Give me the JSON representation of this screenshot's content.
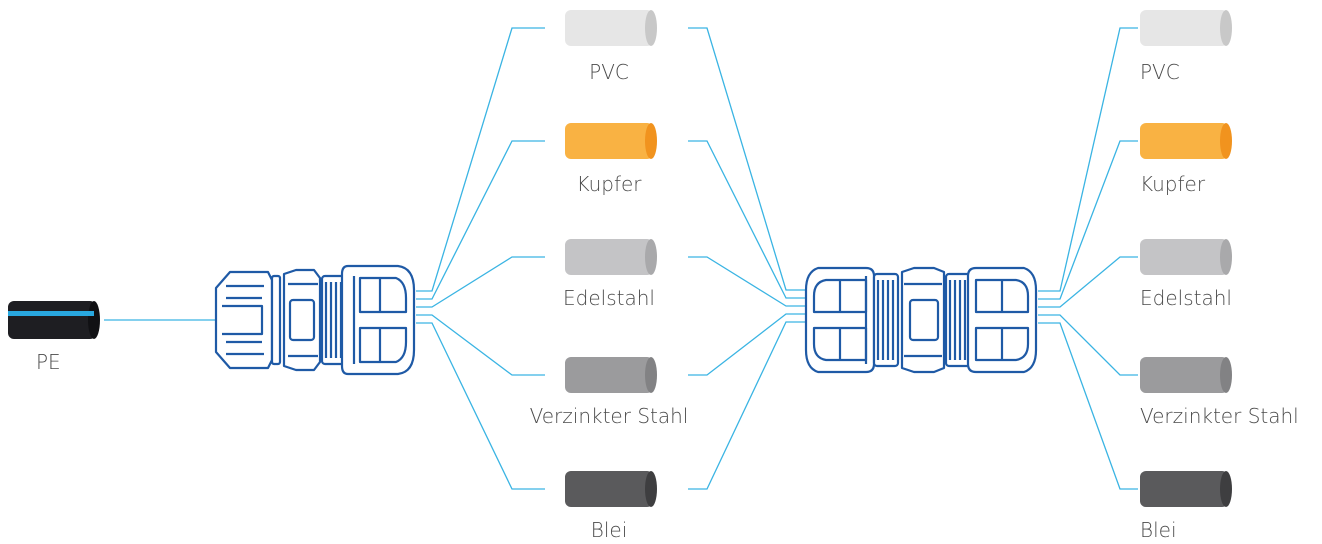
{
  "source_pipe": {
    "label": "PE",
    "outer_color": "#1e1e22",
    "stripe_color": "#29a8e0"
  },
  "connector_color": "#1f5aa6",
  "line_color": "#3ab4e3",
  "targets_middle": [
    {
      "label": "PVC",
      "color": "#e6e6e6",
      "end_color": "#c8c8c8"
    },
    {
      "label": "Kupfer",
      "color": "#f9b243",
      "end_color": "#f1931e"
    },
    {
      "label": "Edelstahl",
      "color": "#c4c4c6",
      "end_color": "#a9a9ab"
    },
    {
      "label": "Verzinkter Stahl",
      "color": "#9b9b9d",
      "end_color": "#828284"
    },
    {
      "label": "Blei",
      "color": "#5a5a5c",
      "end_color": "#3e3e40"
    }
  ],
  "targets_right": [
    {
      "label": "PVC",
      "color": "#e6e6e6",
      "end_color": "#c8c8c8"
    },
    {
      "label": "Kupfer",
      "color": "#f9b243",
      "end_color": "#f1931e"
    },
    {
      "label": "Edelstahl",
      "color": "#c4c4c6",
      "end_color": "#a9a9ab"
    },
    {
      "label": "Verzinkter Stahl",
      "color": "#9b9b9d",
      "end_color": "#828284"
    },
    {
      "label": "Blei",
      "color": "#5a5a5c",
      "end_color": "#3e3e40"
    }
  ]
}
